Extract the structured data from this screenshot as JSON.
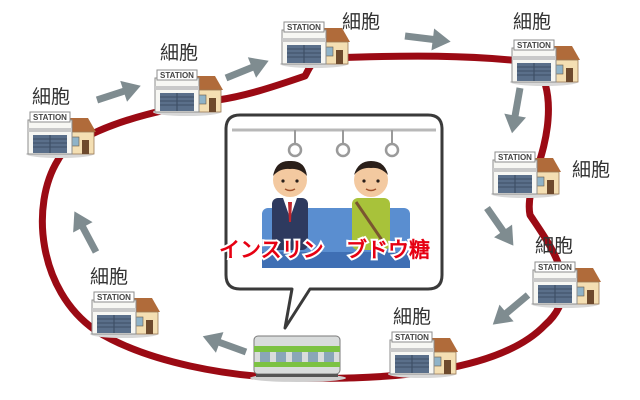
{
  "colors": {
    "track": "#9b0a14",
    "arrow": "#7f8c90",
    "cargo_text": "#e60012",
    "train_body": "#d9dcdc",
    "train_stripe": "#7cc242"
  },
  "station_sign": "STATION",
  "cell_label": "細胞",
  "cargo": {
    "left": "インスリン",
    "right": "ブドウ糖"
  },
  "icons": {
    "station": "station-building-icon",
    "train": "train-icon",
    "arrow": "arrow-icon",
    "passenger": "passenger-icon"
  }
}
